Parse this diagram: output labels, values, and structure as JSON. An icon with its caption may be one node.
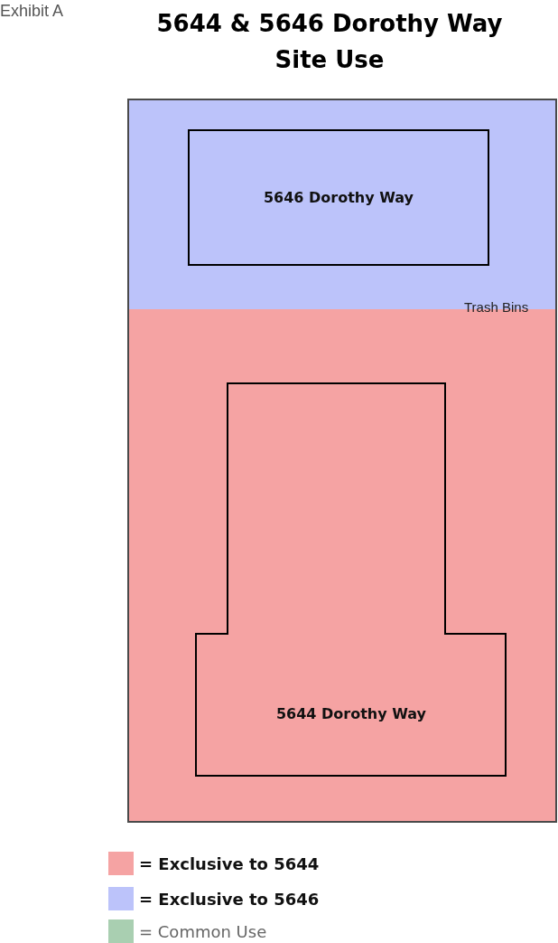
{
  "diagram": {
    "title": "5644 & 5646 Dorothy Way Site Use",
    "nodes": [
      {
        "text": [
          "5646 Dorothy Way"
        ]
      },
      {
        "text": [
          "5644 Dorothy Way"
        ]
      }
    ],
    "labels": [
      "Exhibit A",
      "Trash Bins"
    ],
    "legend": [
      {
        "text": "= Exclusive to 5644",
        "color": "#f5a3a3"
      },
      {
        "text": "= Exclusive to 5646",
        "color": "#bcc3fa"
      },
      {
        "text": "= Common Use",
        "color": "#a9cfb1"
      }
    ]
  }
}
